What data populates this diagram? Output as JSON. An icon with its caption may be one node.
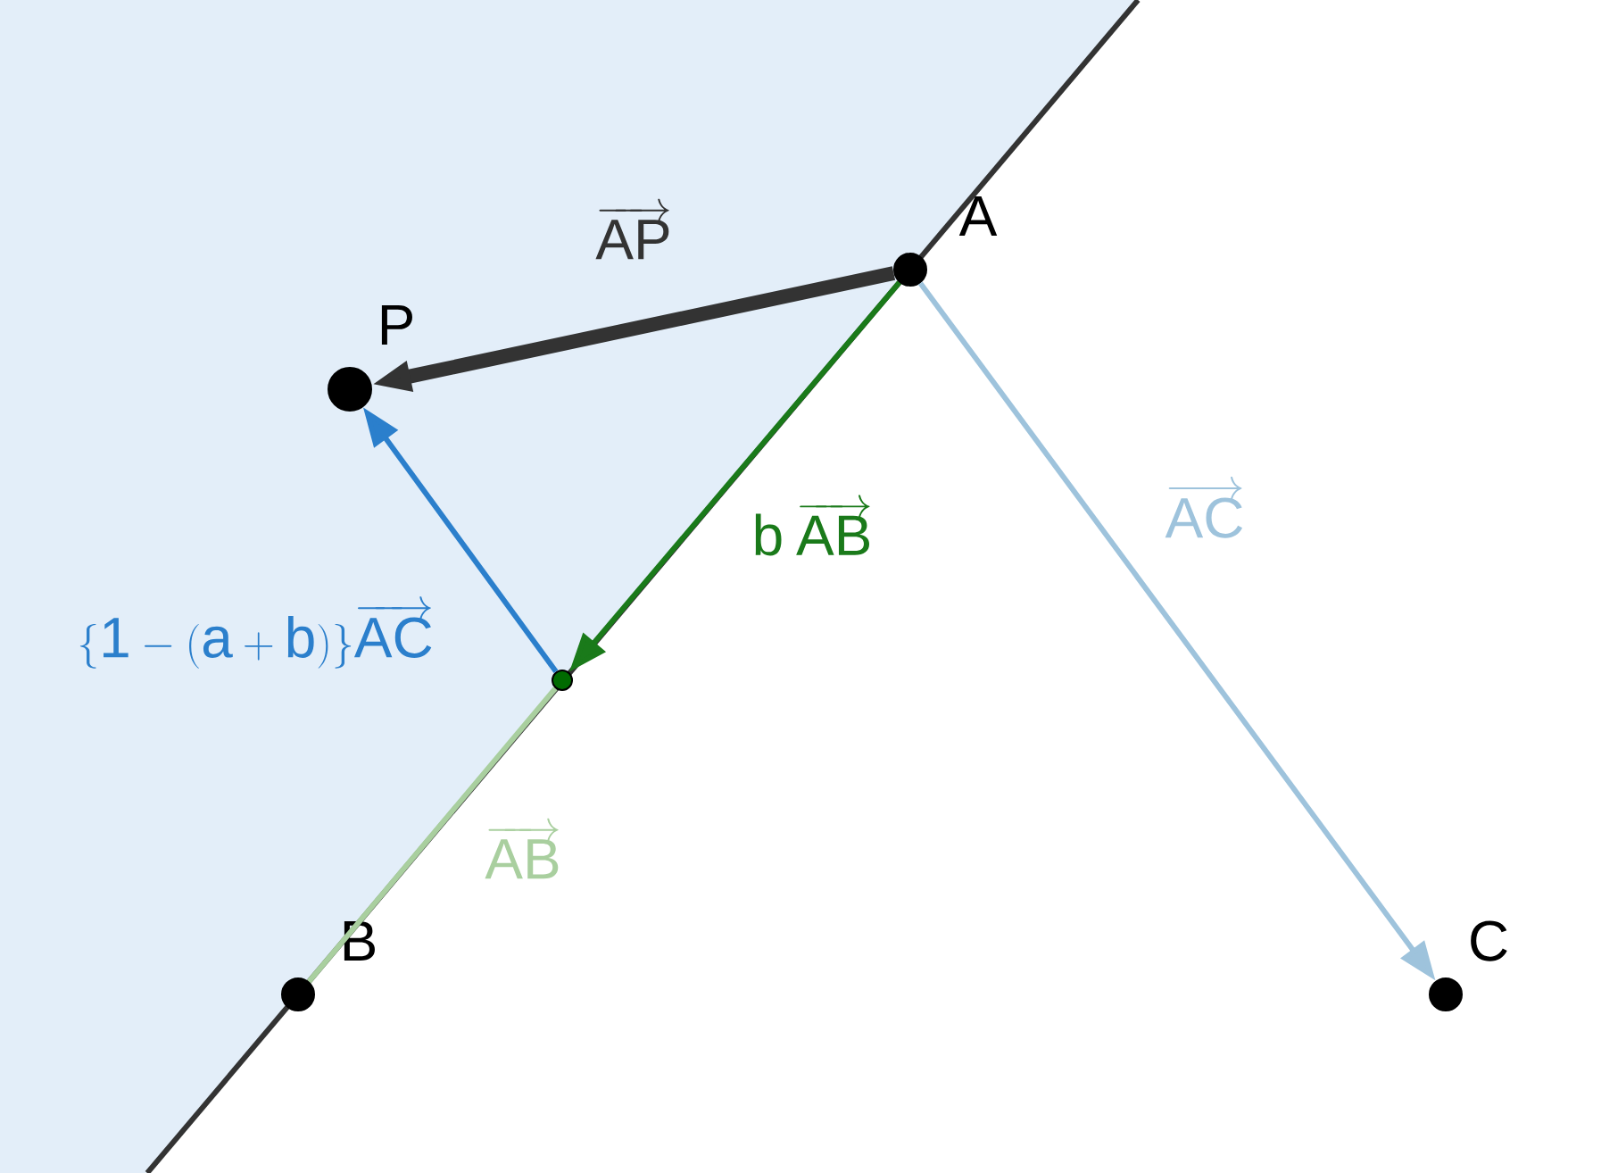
{
  "diagram": {
    "nodes": [
      {
        "text": [],
        "shape": "circle",
        "beside": [
          "A"
        ]
      },
      {
        "text": [],
        "shape": "circle",
        "beside": [
          "P"
        ]
      },
      {
        "text": [],
        "shape": "circle"
      },
      {
        "text": [],
        "shape": "circle",
        "beside": [
          "B"
        ]
      },
      {
        "text": [],
        "shape": "circle",
        "beside": [
          "C"
        ]
      }
    ],
    "edges": [
      {
        "from": 0,
        "to": 1,
        "arrow": "to",
        "label": "\\overrightarrow{\\mathsf{AP}}",
        "style": "thick",
        "color": "#333333"
      },
      {
        "from": 0,
        "to": 2,
        "arrow": "to",
        "label": "\\mathsf{b}\\;\\overrightarrow{\\mathsf{AB}}",
        "color": "#1a7a1a"
      },
      {
        "from": 2,
        "to": 1,
        "arrow": "to",
        "label": "\\{\\mathsf{1}-(\\mathsf{a}+\\mathsf{b})\\}\\overrightarrow{\\mathsf{AC}}",
        "color": "#2b7fcc"
      },
      {
        "from": 0,
        "to": 4,
        "arrow": "to",
        "label": "\\overrightarrow{\\mathsf{AC}}",
        "color": "#9ec3dc"
      },
      {
        "from": 3,
        "to": 2,
        "arrow": "none",
        "label": "\\overrightarrow{\\mathsf{AB}}",
        "color": "#a9cf9f"
      }
    ]
  }
}
